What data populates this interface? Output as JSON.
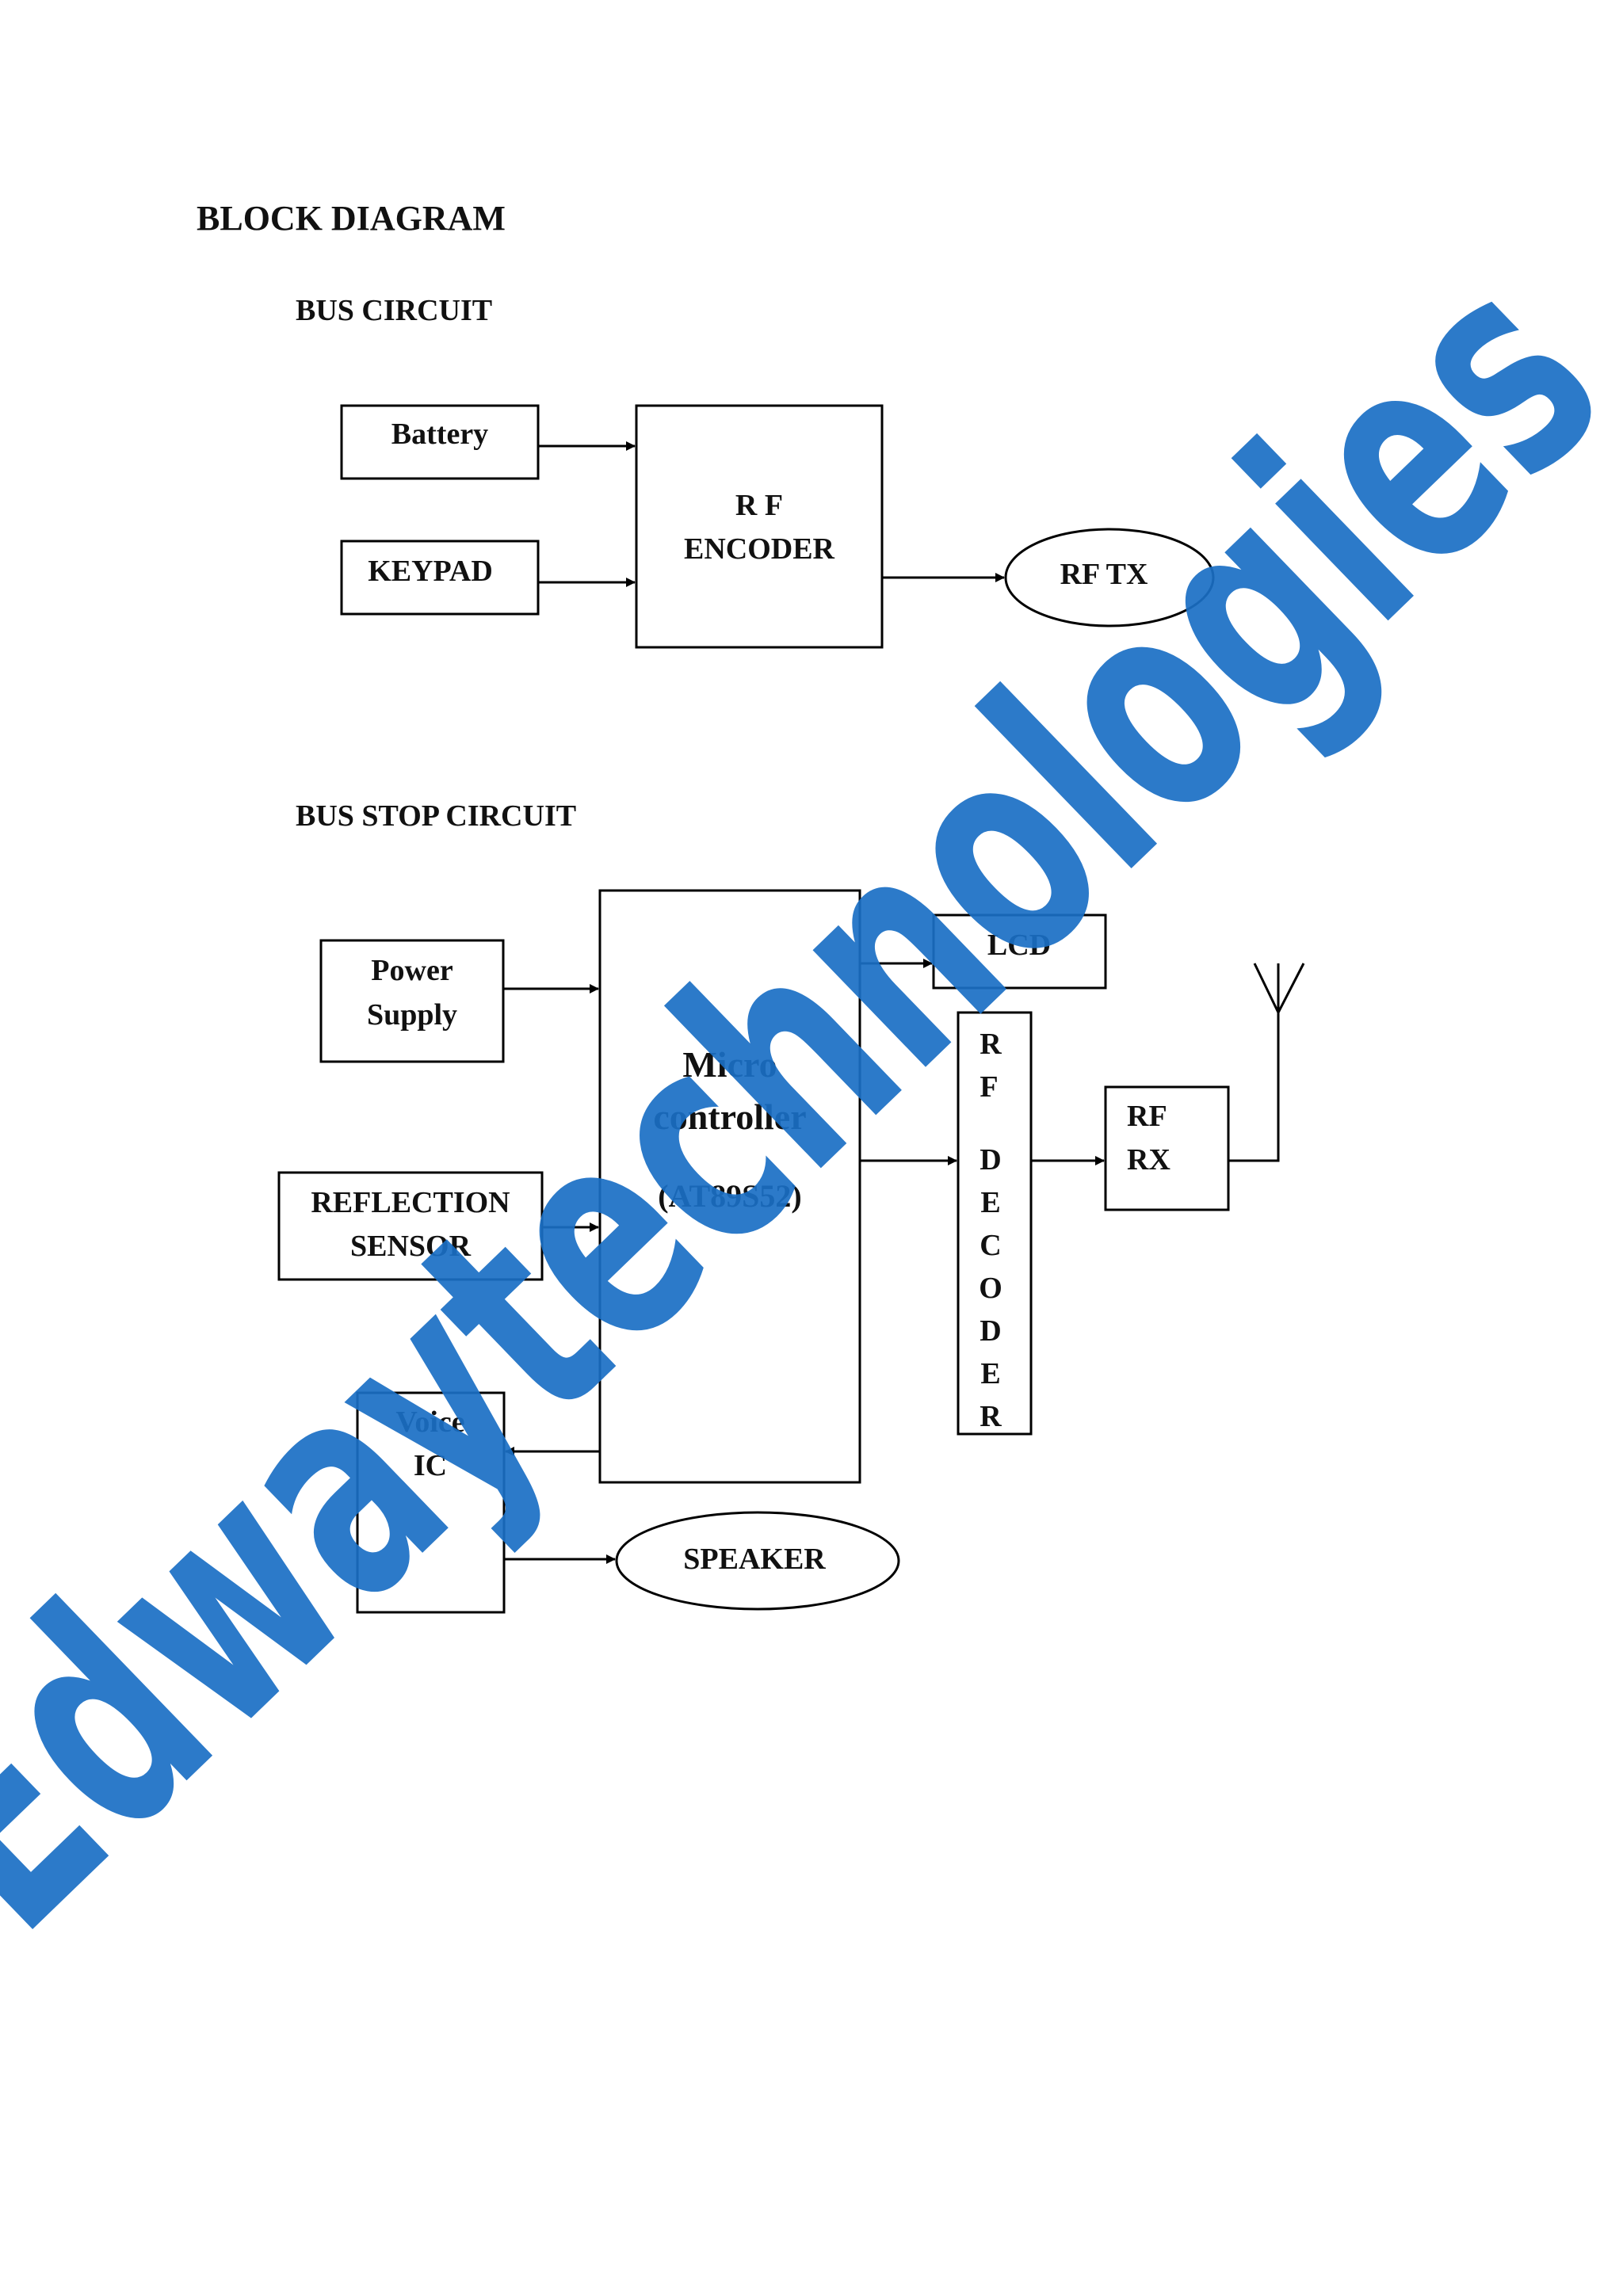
{
  "headings": {
    "main": "BLOCK DIAGRAM",
    "bus": "BUS CIRCUIT",
    "bus_stop": "BUS STOP CIRCUIT"
  },
  "bus_circuit": {
    "battery": "Battery",
    "keypad": "KEYPAD",
    "encoder_line1": "R F",
    "encoder_line2": "ENCODER",
    "rf_tx": "RF TX"
  },
  "bus_stop_circuit": {
    "power_line1": "Power",
    "power_line2": "Supply",
    "micro_line1": "Micro",
    "micro_line2": "controller",
    "micro_line3": "(AT89S52)",
    "sensor_line1": "REFLECTION",
    "sensor_line2": "SENSOR",
    "lcd": "LCD",
    "decoder_letters": [
      "R",
      "F",
      "D",
      "E",
      "C",
      "O",
      "D",
      "E",
      "R"
    ],
    "rf_rx_line1": "RF",
    "rf_rx_line2": "RX",
    "voice_line1": "Voice",
    "voice_line2": "IC",
    "speaker": "SPEAKER"
  },
  "watermark": {
    "text": "Edwaytechnologies",
    "color": "#1a6fc4"
  }
}
